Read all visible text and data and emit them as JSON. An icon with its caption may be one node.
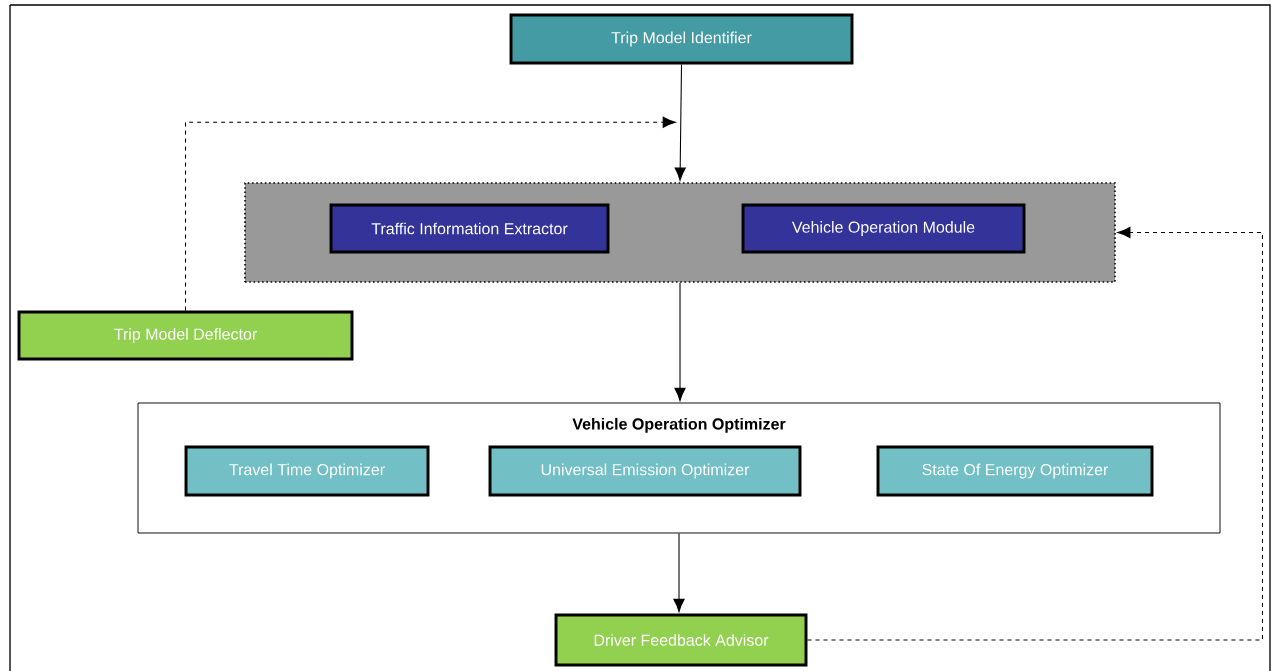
{
  "diagram": {
    "nodes": [
      {
        "text": [
          "Trip Model Identifier"
        ]
      },
      {
        "text": [],
        "shape": "box"
      },
      {
        "text": [
          "Traffic Information Extractor"
        ],
        "in": 1
      },
      {
        "text": [
          "Vehicle Operation Module"
        ],
        "in": 1
      },
      {
        "text": [
          "Trip Model Deflector"
        ]
      },
      {
        "text": [
          "Vehicle Operation Optimizer"
        ]
      },
      {
        "text": [
          "Travel Time Optimizer"
        ],
        "in": 5
      },
      {
        "text": [
          "Universal Emission Optimizer"
        ],
        "in": 5
      },
      {
        "text": [
          "State Of Energy Optimizer"
        ],
        "in": 5
      },
      {
        "text": [
          "Driver Feedback Advisor"
        ]
      }
    ],
    "edges": [
      {
        "from": 0,
        "to": 1,
        "arrow": "to"
      },
      {
        "from": 4,
        "to": 1,
        "arrow": "to",
        "style": "dashed"
      },
      {
        "from": 1,
        "to": 5,
        "arrow": "to"
      },
      {
        "from": 5,
        "to": 9,
        "arrow": "to"
      },
      {
        "from": 9,
        "to": 1,
        "arrow": "to",
        "style": "dashed"
      }
    ]
  }
}
